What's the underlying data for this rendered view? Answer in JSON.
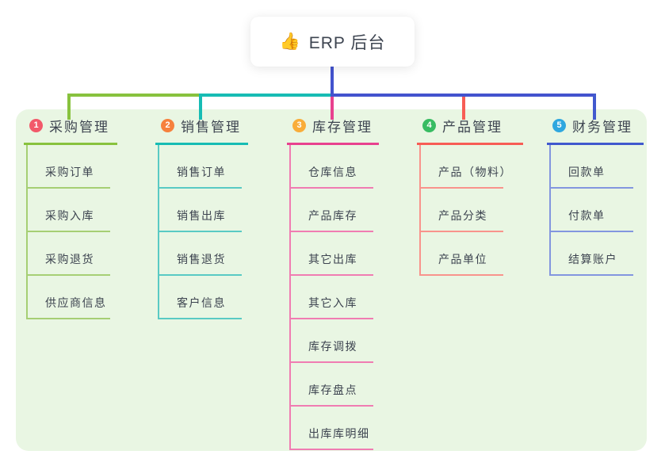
{
  "app": {
    "title_icon": "👍",
    "title": "ERP 后台"
  },
  "colors": {
    "background": "#FFFFFF",
    "panel_bg": "#E9F6E3",
    "root_connector": "#4353CE",
    "text": "#3D4450"
  },
  "branches": [
    {
      "badge": "1",
      "title": "采购管理",
      "badge_color": "#F2596A",
      "line_color": "#88C23E",
      "child_line_color": "#A6CF74",
      "children": [
        "采购订单",
        "采购入库",
        "采购退货",
        "供应商信息"
      ]
    },
    {
      "badge": "2",
      "title": "销售管理",
      "badge_color": "#F6813D",
      "line_color": "#17BCB4",
      "child_line_color": "#59CAC4",
      "children": [
        "销售订单",
        "销售出库",
        "销售退货",
        "客户信息"
      ]
    },
    {
      "badge": "3",
      "title": "库存管理",
      "badge_color": "#F9AD3A",
      "line_color": "#E8418F",
      "child_line_color": "#F07CB2",
      "children": [
        "仓库信息",
        "产品库存",
        "其它出库",
        "其它入库",
        "库存调拨",
        "库存盘点",
        "出库库明细"
      ]
    },
    {
      "badge": "4",
      "title": "产品管理",
      "badge_color": "#38BC62",
      "line_color": "#F75D55",
      "child_line_color": "#F9938C",
      "children": [
        "产品（物料）",
        "产品分类",
        "产品单位"
      ]
    },
    {
      "badge": "5",
      "title": "财务管理",
      "badge_color": "#2FA7DF",
      "line_color": "#4159CE",
      "child_line_color": "#8396DF",
      "children": [
        "回款单",
        "付款单",
        "结算账户"
      ]
    }
  ]
}
